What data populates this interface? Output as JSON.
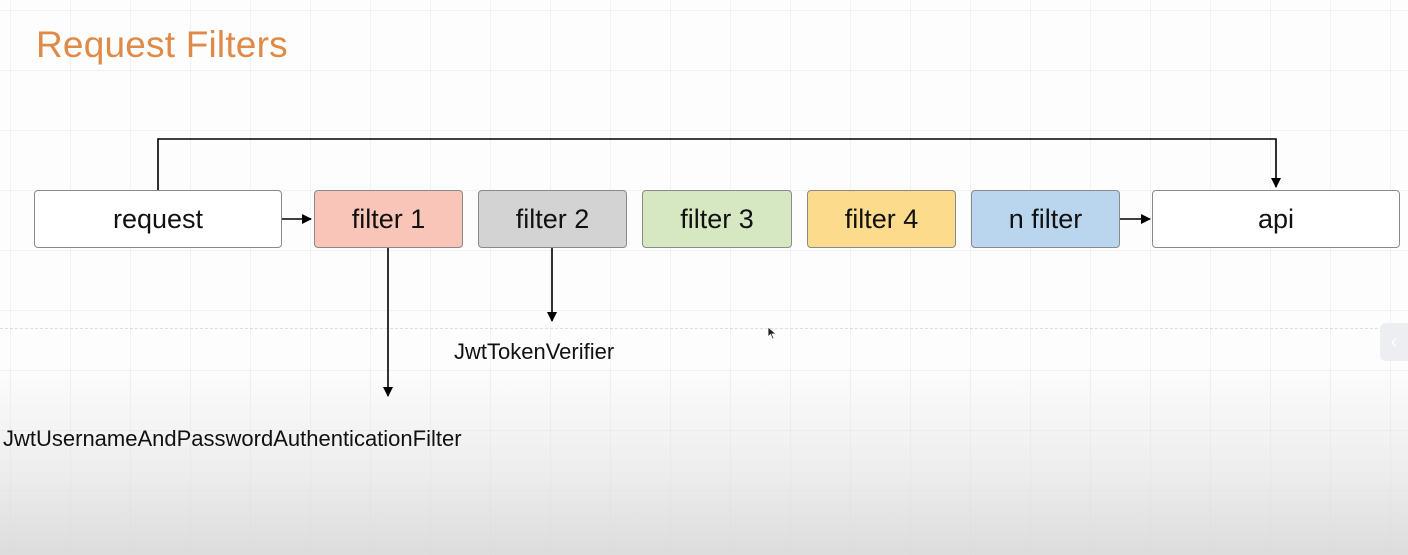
{
  "title": "Request Filters",
  "nodes": [
    {
      "id": "request",
      "label": "request",
      "fill": "#ffffff"
    },
    {
      "id": "filter1",
      "label": "filter 1",
      "fill": "#f8c5b8"
    },
    {
      "id": "filter2",
      "label": "filter 2",
      "fill": "#d3d3d3"
    },
    {
      "id": "filter3",
      "label": "filter 3",
      "fill": "#d6e8c2"
    },
    {
      "id": "filter4",
      "label": "filter 4",
      "fill": "#fcdb8c"
    },
    {
      "id": "nfilter",
      "label": "n filter",
      "fill": "#bad6ef"
    },
    {
      "id": "api",
      "label": "api",
      "fill": "#ffffff"
    }
  ],
  "annotations": {
    "filter1": "JwtUsernameAndPasswordAuthenticationFilter",
    "filter2": "JwtTokenVerifier"
  },
  "colors": {
    "title": "#e08a47",
    "line": "#000000"
  },
  "icons": {
    "collapse": "chevron-left-icon",
    "cursor": "mouse-pointer-icon"
  }
}
